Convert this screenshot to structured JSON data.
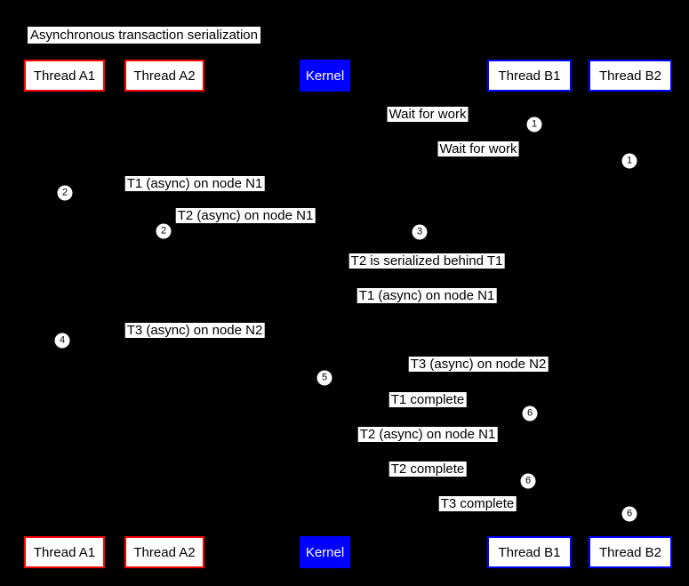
{
  "title": "Asynchronous transaction serialization",
  "participants": [
    {
      "label": "Thread A1",
      "style": "red"
    },
    {
      "label": "Thread A2",
      "style": "red"
    },
    {
      "label": "Kernel",
      "style": "kernel"
    },
    {
      "label": "Thread B1",
      "style": "blue"
    },
    {
      "label": "Thread B2",
      "style": "blue"
    }
  ],
  "messages": [
    "Wait for work",
    "Wait for work",
    "T1 (async) on node N1",
    "T2 (async) on node N1",
    "T2 is serialized behind T1",
    "T1 (async) on node N1",
    "T3 (async) on node N2",
    "T3 (async) on node N2",
    "T1 complete",
    "T2 (async) on node N1",
    "T2 complete",
    "T3 complete"
  ],
  "markers": [
    "1",
    "1",
    "2",
    "2",
    "3",
    "4",
    "5",
    "6",
    "6",
    "6"
  ],
  "colors": {
    "background": "#000000",
    "thread_a_border": "#ff0000",
    "thread_b_border": "#0000ff",
    "kernel_fill": "#0000ff",
    "label_bg": "#ffffff",
    "label_text": "#000000"
  }
}
